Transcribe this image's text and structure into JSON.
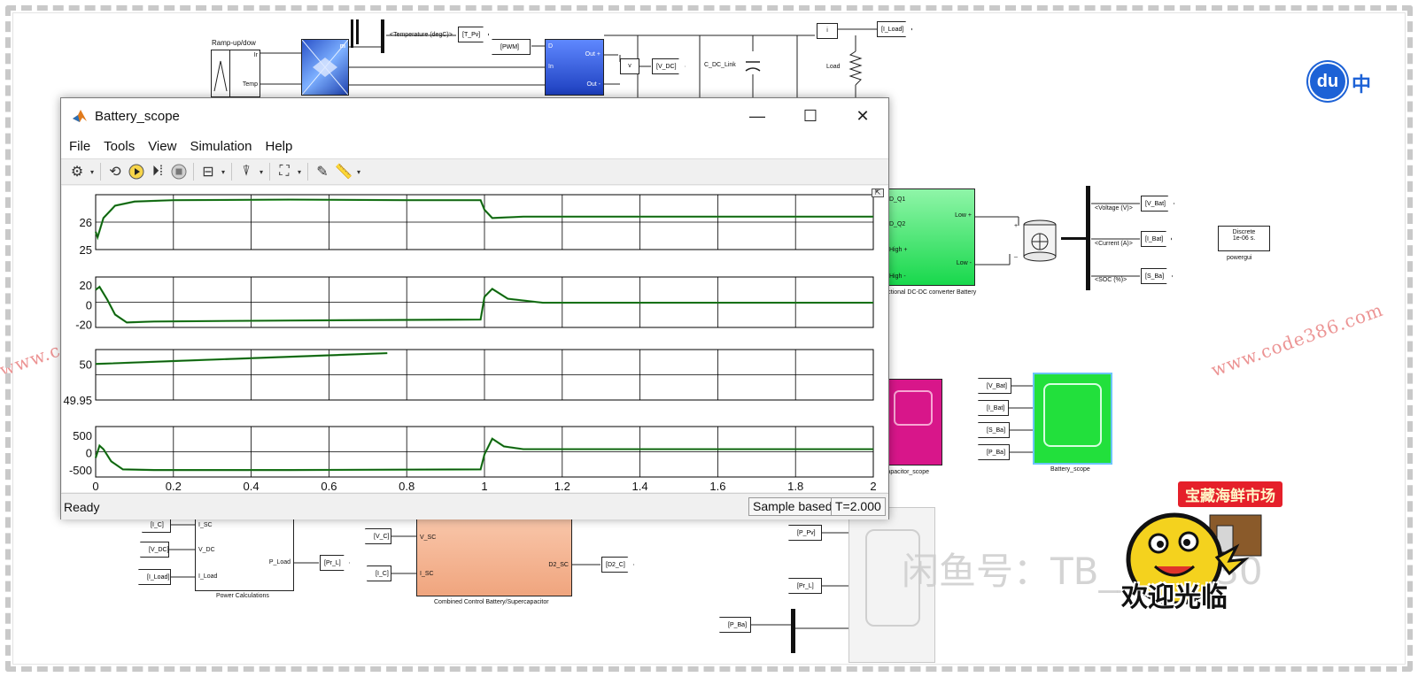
{
  "scope_window": {
    "title": "Battery_scope",
    "menus": [
      "File",
      "Tools",
      "View",
      "Simulation",
      "Help"
    ],
    "toolbar_icons": [
      "gear-icon",
      "restart-icon",
      "run-icon",
      "step-forward-icon",
      "stop-icon",
      "highlight-block-icon",
      "cursor-measure-icon",
      "zoom-fit-icon",
      "style-icon",
      "measurement-icon"
    ],
    "status": {
      "left": "Ready",
      "mode": "Sample based",
      "time": "T=2.000"
    }
  },
  "chart_data": [
    {
      "type": "line",
      "title": "",
      "xlabel": "",
      "ylabel": "",
      "ylim": [
        25,
        27
      ],
      "yticks": [
        {
          "v": 26,
          "label": "26"
        },
        {
          "v": 25,
          "label": "25"
        }
      ],
      "xlim": [
        0,
        2
      ],
      "grid": true,
      "series": [
        {
          "x": [
            0,
            0.005,
            0.02,
            0.05,
            0.1,
            0.2,
            0.5,
            0.8,
            0.99,
            1.0,
            1.02,
            1.1,
            1.5,
            2.0
          ],
          "y": [
            25.65,
            25.45,
            26.15,
            26.6,
            26.75,
            26.8,
            26.82,
            26.8,
            26.8,
            26.45,
            26.15,
            26.2,
            26.2,
            26.2
          ]
        }
      ]
    },
    {
      "type": "line",
      "title": "",
      "xlabel": "",
      "ylabel": "",
      "ylim": [
        -23,
        28
      ],
      "yticks": [
        {
          "v": 20,
          "label": "20"
        },
        {
          "v": 0,
          "label": "0"
        },
        {
          "v": -20,
          "label": "-20"
        }
      ],
      "xlim": [
        0,
        2
      ],
      "grid": true,
      "series": [
        {
          "x": [
            0,
            0.01,
            0.03,
            0.05,
            0.08,
            0.15,
            0.5,
            0.99,
            1.0,
            1.02,
            1.06,
            1.15,
            1.5,
            2.0
          ],
          "y": [
            15,
            18,
            5,
            -10,
            -18,
            -17,
            -16,
            -15,
            8,
            16,
            6,
            2,
            2,
            2
          ]
        }
      ]
    },
    {
      "type": "line",
      "title": "",
      "xlabel": "",
      "ylabel": "",
      "ylim": [
        49.95,
        50.02
      ],
      "yticks": [
        {
          "v": 50,
          "label": "50"
        },
        {
          "v": 49.95,
          "label": "49.95"
        }
      ],
      "xlim": [
        0,
        2
      ],
      "grid": true,
      "series": [
        {
          "x": [
            0,
            0.2,
            0.4,
            0.6,
            0.75
          ],
          "y": [
            50.0,
            50.004,
            50.008,
            50.012,
            50.015
          ]
        }
      ]
    },
    {
      "type": "line",
      "title": "",
      "xlabel": "",
      "ylabel": "",
      "ylim": [
        -700,
        750
      ],
      "yticks": [
        {
          "v": 500,
          "label": "500"
        },
        {
          "v": 0,
          "label": "0"
        },
        {
          "v": -500,
          "label": "-500"
        }
      ],
      "xlim": [
        0,
        2
      ],
      "grid": true,
      "xticks": [
        {
          "v": 0,
          "label": "0"
        },
        {
          "v": 0.2,
          "label": "0.2"
        },
        {
          "v": 0.4,
          "label": "0.4"
        },
        {
          "v": 0.6,
          "label": "0.6"
        },
        {
          "v": 0.8,
          "label": "0.8"
        },
        {
          "v": 1,
          "label": "1"
        },
        {
          "v": 1.2,
          "label": "1.2"
        },
        {
          "v": 1.4,
          "label": "1.4"
        },
        {
          "v": 1.6,
          "label": "1.6"
        },
        {
          "v": 1.8,
          "label": "1.8"
        },
        {
          "v": 2,
          "label": "2"
        }
      ],
      "series": [
        {
          "x": [
            0,
            0.01,
            0.02,
            0.04,
            0.07,
            0.15,
            0.5,
            0.99,
            1.0,
            1.02,
            1.05,
            1.1,
            1.5,
            2.0
          ],
          "y": [
            -150,
            200,
            100,
            -250,
            -480,
            -500,
            -500,
            -480,
            -50,
            400,
            180,
            100,
            100,
            100
          ]
        }
      ]
    }
  ],
  "simulink": {
    "ramp_block": {
      "title": "Ramp-up/dow"
    },
    "pv_block": {
      "in1": "Ir",
      "in2": "Temp",
      "out": "m"
    },
    "temp_signal": "<Temperature (degC)>",
    "temp_tag": "[T_Pv]",
    "pwm_tag": "[PWM]",
    "boost_ports": {
      "in1": "D",
      "in2": "In",
      "out1": "Out +",
      "out2": "Out -"
    },
    "vdc_tag": "[V_DC]",
    "vm_label": "v",
    "cap_label": "C_DC_Link",
    "im_label": "i",
    "iload_tag": "[I_Load]",
    "load_label": "Load",
    "battery_conv": {
      "ports": [
        "D_Q1",
        "D_Q2",
        "High +",
        "High -"
      ],
      "outs": [
        "Low +",
        "Low -"
      ],
      "caption": "rectional DC-DC converter Battery"
    },
    "battery_signals": [
      "<Voltage (V)>",
      "<Current (A)>",
      "<SOC (%)>"
    ],
    "battery_tags": [
      "[V_Bat]",
      "[I_Bat]",
      "[S_Ba]"
    ],
    "battery_plus": "+",
    "battery_minus": "_",
    "powergui": {
      "line1": "Discrete",
      "line2": "1e-06 s.",
      "caption": "powergui"
    },
    "sc_scope_caption": "capacitor_scope",
    "bat_scope_inputs": [
      "[V_Bat]",
      "[I_Bat]",
      "[S_Ba]",
      "[P_Ba]"
    ],
    "bat_scope_caption": "Battery_scope",
    "power_calc": {
      "from_tags": [
        "[I_C]",
        "[V_DC]",
        "[I_Load]"
      ],
      "ports": [
        "I_SC",
        "V_DC",
        "I_Load"
      ],
      "out": "P_Load",
      "out_tag": "[Pr_L]",
      "caption": "Power Calculations"
    },
    "combined": {
      "from_tags": [
        "[V_C]",
        "[I_C]"
      ],
      "ports": [
        "V_SC",
        "I_SC"
      ],
      "out": "D2_SC",
      "out_tag": "[D2_C]",
      "caption": "Combined Control Battery/Supercapacitor"
    },
    "power_scope_inputs": [
      "[P_Pv]",
      "[Pr_L]",
      "[P_Ba]"
    ]
  },
  "watermarks": {
    "site": "www.code386.com",
    "xianyu": "闲鱼号：TB_____730"
  },
  "logo": {
    "badge": "du",
    "text": "中"
  },
  "mascot": {
    "sign": "宝藏海鲜市场",
    "welcome": "欢迎光临"
  },
  "colors": {
    "plot_line": "#1e8a1e",
    "grid": "#000000",
    "boost_block": "#1d3fbf",
    "battery_converter": "#22dd55",
    "sc_scope": "#d8168a",
    "bat_scope": "#22e03c",
    "combined_block": "#f4b08c"
  }
}
